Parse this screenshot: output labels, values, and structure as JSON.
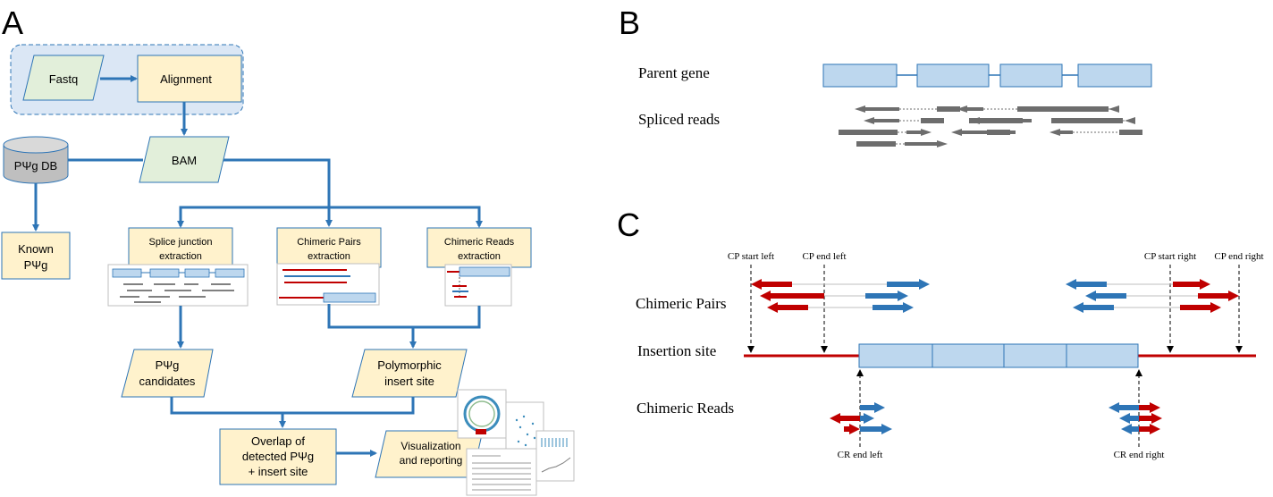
{
  "panels": {
    "a": "A",
    "b": "B",
    "c": "C"
  },
  "flow": {
    "fastq": "Fastq",
    "alignment": "Alignment",
    "bam": "BAM",
    "db": "PΨg DB",
    "known": [
      "Known",
      "PΨg"
    ],
    "splice": [
      "Splice junction",
      "extraction"
    ],
    "chimeric_pairs": [
      "Chimeric Pairs",
      "extraction"
    ],
    "chimeric_reads": [
      "Chimeric Reads",
      "extraction"
    ],
    "candidates": [
      "PΨg",
      "candidates"
    ],
    "polymorphic": [
      "Polymorphic",
      "insert site"
    ],
    "overlap": [
      "Overlap of",
      "detected PΨg",
      "+ insert site"
    ],
    "visualization": [
      "Visualization",
      "and reporting"
    ]
  },
  "panel_b": {
    "parent_gene": "Parent gene",
    "spliced_reads": "Spliced reads"
  },
  "panel_c": {
    "chimeric_pairs": "Chimeric Pairs",
    "insertion_site": "Insertion site",
    "chimeric_reads": "Chimeric Reads",
    "cp_start_left": "CP start left",
    "cp_end_left": "CP end left",
    "cp_start_right": "CP start right",
    "cp_end_right": "CP end right",
    "cr_end_left": "CR end left",
    "cr_end_right": "CR end right"
  },
  "colors": {
    "flow_blue": "#2e75b6",
    "exon_fill": "#bdd7ee",
    "exon_stroke": "#2e75b6",
    "parallelogram_fill": "#e2efda",
    "process_fill": "#fff2cc",
    "red": "#c00000",
    "gray": "#6d6d6d"
  }
}
